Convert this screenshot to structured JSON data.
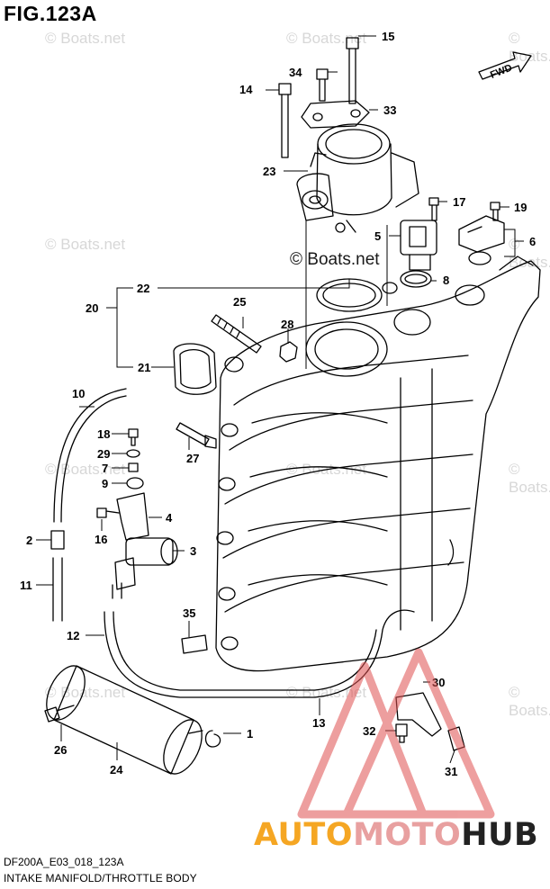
{
  "figure": {
    "title": "FIG.123A",
    "code": "DF200A_E03_018_123A",
    "caption": "INTAKE MANIFOLD/THROTTLE BODY",
    "direction_label": "FWD"
  },
  "watermarks": {
    "small": "© Boats.net",
    "center": "© Boats.net"
  },
  "brand": {
    "part1": "AUTO",
    "part2": "MOTO",
    "part3": "HUB",
    "colors": {
      "auto": "#f5a623",
      "moto": "#e8a0a0",
      "hub": "#222222",
      "logo": "#e05050"
    }
  },
  "callouts": [
    {
      "id": "c15",
      "label": "15"
    },
    {
      "id": "c34",
      "label": "34"
    },
    {
      "id": "c14",
      "label": "14"
    },
    {
      "id": "c33",
      "label": "33"
    },
    {
      "id": "c23",
      "label": "23"
    },
    {
      "id": "c17",
      "label": "17"
    },
    {
      "id": "c19",
      "label": "19"
    },
    {
      "id": "c5",
      "label": "5"
    },
    {
      "id": "c6",
      "label": "6"
    },
    {
      "id": "c8",
      "label": "8"
    },
    {
      "id": "c22",
      "label": "22"
    },
    {
      "id": "c20",
      "label": "20"
    },
    {
      "id": "c25",
      "label": "25"
    },
    {
      "id": "c28",
      "label": "28"
    },
    {
      "id": "c21",
      "label": "21"
    },
    {
      "id": "c10",
      "label": "10"
    },
    {
      "id": "c18",
      "label": "18"
    },
    {
      "id": "c29",
      "label": "29"
    },
    {
      "id": "c7",
      "label": "7"
    },
    {
      "id": "c9",
      "label": "9"
    },
    {
      "id": "c27",
      "label": "27"
    },
    {
      "id": "c4",
      "label": "4"
    },
    {
      "id": "c2",
      "label": "2"
    },
    {
      "id": "c16",
      "label": "16"
    },
    {
      "id": "c3",
      "label": "3"
    },
    {
      "id": "c11",
      "label": "11"
    },
    {
      "id": "c35",
      "label": "35"
    },
    {
      "id": "c12",
      "label": "12"
    },
    {
      "id": "c30",
      "label": "30"
    },
    {
      "id": "c1",
      "label": "1"
    },
    {
      "id": "c13",
      "label": "13"
    },
    {
      "id": "c32",
      "label": "32"
    },
    {
      "id": "c26",
      "label": "26"
    },
    {
      "id": "c24",
      "label": "24"
    },
    {
      "id": "c31",
      "label": "31"
    }
  ]
}
